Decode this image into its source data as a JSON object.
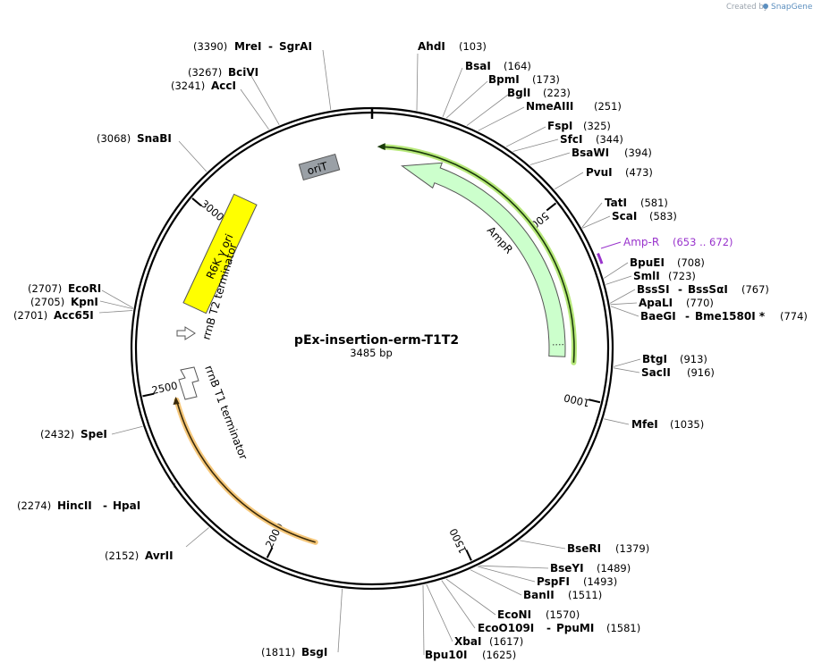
{
  "credit": {
    "prefix": "Created by",
    "brand": "SnapGene"
  },
  "plasmid": {
    "name": "pEx-insertion-erm-T1T2",
    "size_label": "3485 bp",
    "length": 3485
  },
  "colors": {
    "backbone": "#000000",
    "ampr_fill": "#ccffcc",
    "orf_green_glow": "#b7e87a",
    "orf_orange_glow": "#f5c77a",
    "r6k_fill": "#ffff00",
    "orit_fill": "#9aa0a6",
    "terminator_fill": "#ffffff",
    "primer": "#9933cc",
    "leader": "#888888"
  },
  "ticks": [
    {
      "label": "500"
    },
    {
      "label": "1000"
    },
    {
      "label": "1500"
    },
    {
      "label": "2000"
    },
    {
      "label": "2500"
    },
    {
      "label": "3000"
    }
  ],
  "features": {
    "ampr": {
      "label": "AmpR"
    },
    "orit": {
      "label": "oriT"
    },
    "r6k": {
      "label": "R6K γ ori"
    },
    "t2": {
      "label": "rrnB T2 terminator"
    },
    "t1": {
      "label": "rrnB T1 terminator"
    },
    "primer": {
      "label": "Amp-R",
      "range": "(653 .. 672)"
    }
  },
  "sites": [
    {
      "name": "AhdI",
      "pos": "(103)"
    },
    {
      "name": "BsaI",
      "pos": "(164)"
    },
    {
      "name": "BpmI",
      "pos": "(173)"
    },
    {
      "name": "BglI",
      "pos": "(223)"
    },
    {
      "name": "NmeAIII",
      "pos": "(251)"
    },
    {
      "name": "FspI",
      "pos": "(325)"
    },
    {
      "name": "SfcI",
      "pos": "(344)"
    },
    {
      "name": "BsaWI",
      "pos": "(394)"
    },
    {
      "name": "PvuI",
      "pos": "(473)"
    },
    {
      "name": "TatI",
      "pos": "(581)"
    },
    {
      "name": "ScaI",
      "pos": "(583)"
    },
    {
      "name": "BpuEI",
      "pos": "(708)"
    },
    {
      "name": "SmlI",
      "pos": "(723)"
    },
    {
      "name": "BssSI",
      "name2": "BssSαI",
      "pos": "(767)"
    },
    {
      "name": "ApaLI",
      "pos": "(770)"
    },
    {
      "name": "BaeGI",
      "name2": "Bme1580I *",
      "pos": "(774)"
    },
    {
      "name": "BtgI",
      "pos": "(913)"
    },
    {
      "name": "SacII",
      "pos": "(916)"
    },
    {
      "name": "MfeI",
      "pos": "(1035)"
    },
    {
      "name": "BseRI",
      "pos": "(1379)"
    },
    {
      "name": "BseYI",
      "pos": "(1489)"
    },
    {
      "name": "PspFI",
      "pos": "(1493)"
    },
    {
      "name": "BanII",
      "pos": "(1511)"
    },
    {
      "name": "EcoNI",
      "pos": "(1570)"
    },
    {
      "name": "EcoO109I",
      "name2": "PpuMI",
      "pos": "(1581)"
    },
    {
      "name": "XbaI",
      "pos": "(1617)"
    },
    {
      "name": "Bpu10I",
      "pos": "(1625)"
    },
    {
      "name": "BsgI",
      "pos": "(1811)"
    },
    {
      "name": "AvrII",
      "pos": "(2152)"
    },
    {
      "name": "HincII",
      "name2": "HpaI",
      "pos": "(2274)"
    },
    {
      "name": "SpeI",
      "pos": "(2432)"
    },
    {
      "name": "Acc65I",
      "pos": "(2701)"
    },
    {
      "name": "KpnI",
      "pos": "(2705)"
    },
    {
      "name": "EcoRI",
      "pos": "(2707)"
    },
    {
      "name": "SnaBI",
      "pos": "(3068)"
    },
    {
      "name": "AccI",
      "pos": "(3241)"
    },
    {
      "name": "BciVI",
      "pos": "(3267)"
    },
    {
      "name": "MreI",
      "name2": "SgrAI",
      "pos": "(3390)"
    }
  ]
}
